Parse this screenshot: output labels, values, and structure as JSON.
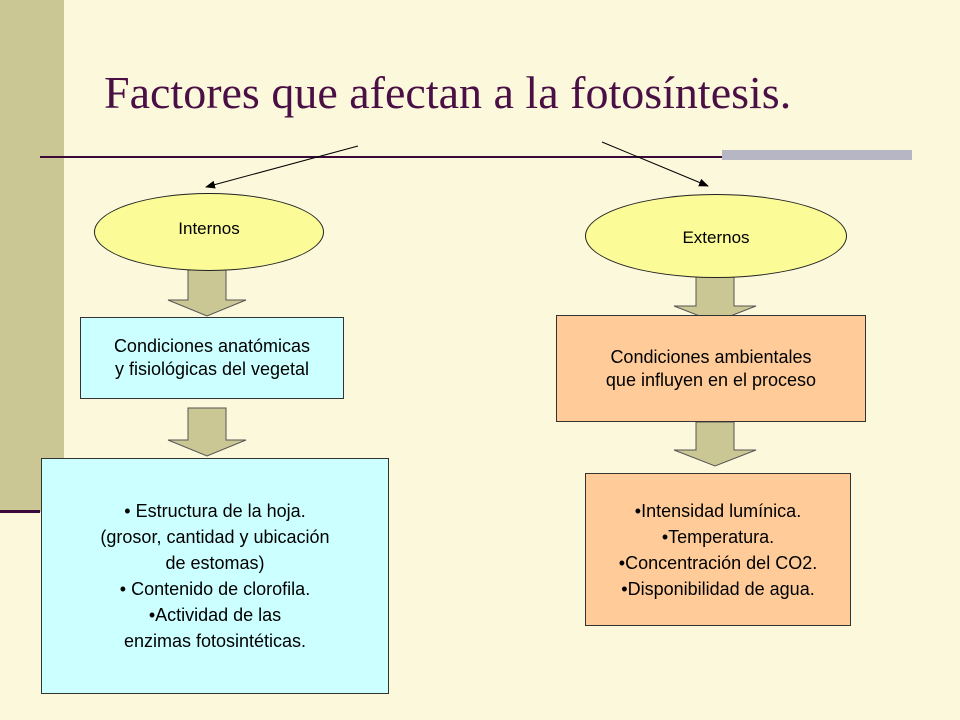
{
  "title": "Factores que afectan a la fotosíntesis.",
  "colors": {
    "background": "#fbf8db",
    "band": "#cbc795",
    "title": "#4a0f45",
    "ellipse_fill": "#fbfb98",
    "internal_boxes": "#ccffff",
    "external_boxes": "#ffcc99",
    "arrows": "#cbc795"
  },
  "internos": {
    "label": "Internos",
    "condiciones": [
      "Condiciones anatómicas",
      "y fisiológicas del vegetal"
    ],
    "factores": [
      "• Estructura de la hoja.",
      "(grosor, cantidad y ubicación",
      "de estomas)",
      "• Contenido de clorofila.",
      "•Actividad de las",
      "enzimas fotosintéticas."
    ]
  },
  "externos": {
    "label": "Externos",
    "condiciones": [
      "Condiciones ambientales",
      "que influyen en el proceso"
    ],
    "factores": [
      "•Intensidad lumínica.",
      "•Temperatura.",
      "•Concentración del CO2.",
      "•Disponibilidad de agua."
    ]
  }
}
